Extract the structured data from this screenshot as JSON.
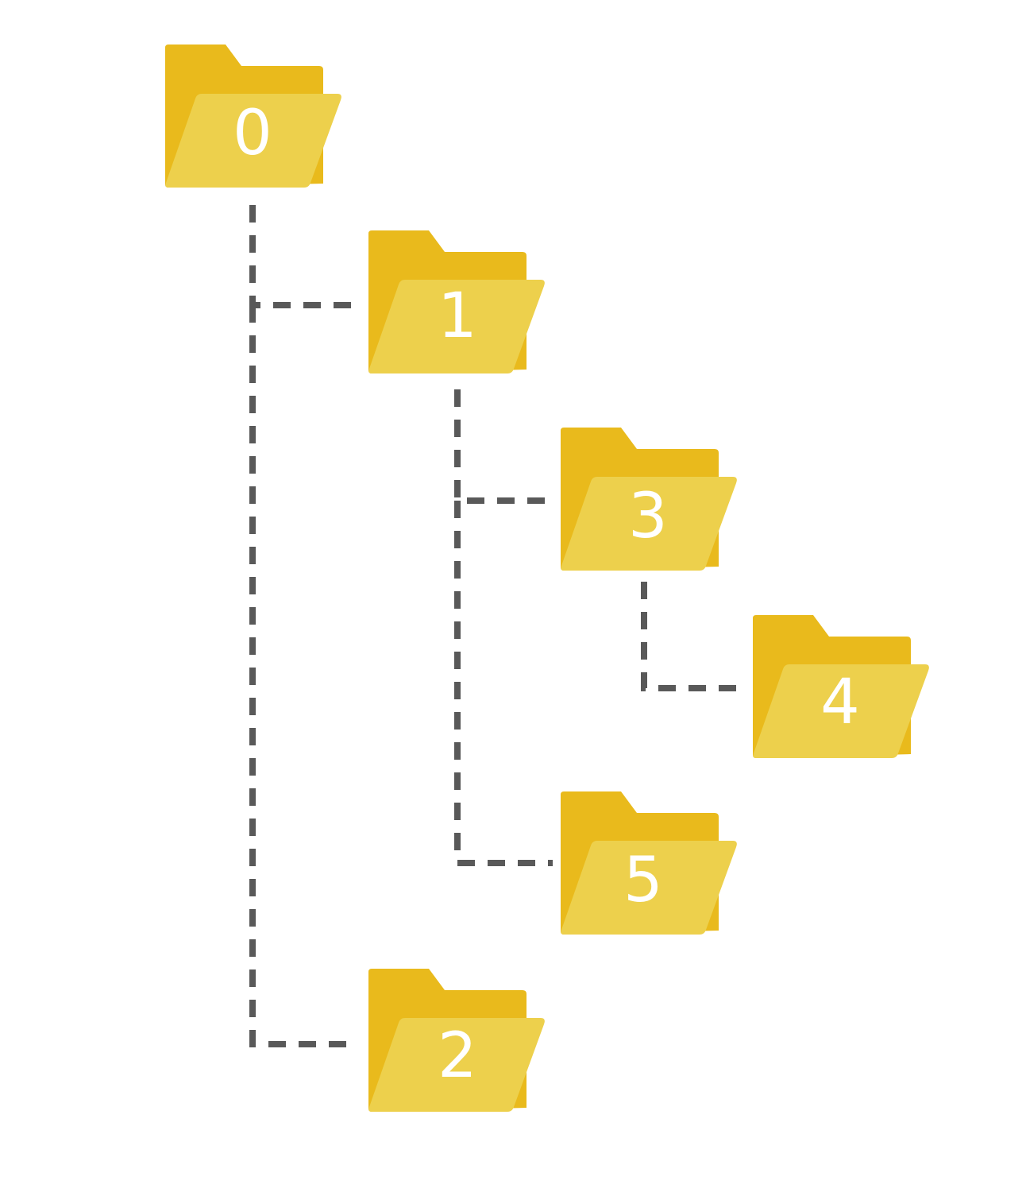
{
  "diagram": {
    "type": "folder-tree",
    "colors": {
      "folder_back": "#E9BA1C",
      "folder_front": "#EDD04C",
      "label": "#FFFFFF",
      "connector": "#595959"
    },
    "icon": "folder-open-icon",
    "nodes": [
      {
        "id": "0",
        "label": "0",
        "parent": null
      },
      {
        "id": "1",
        "label": "1",
        "parent": "0"
      },
      {
        "id": "3",
        "label": "3",
        "parent": "1"
      },
      {
        "id": "4",
        "label": "4",
        "parent": "3"
      },
      {
        "id": "5",
        "label": "5",
        "parent": "1"
      },
      {
        "id": "2",
        "label": "2",
        "parent": "0"
      }
    ]
  }
}
